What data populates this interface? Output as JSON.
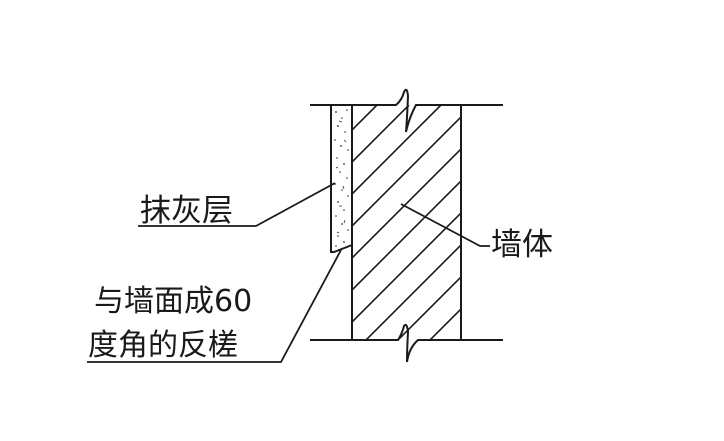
{
  "diagram": {
    "labels": {
      "plaster_layer": "抹灰层",
      "wall": "墙体",
      "reverse_slope_line1": "与墙面成60",
      "reverse_slope_line2": "度角的反槎"
    },
    "colors": {
      "stroke": "#1a1a1a",
      "background": "#ffffff"
    }
  }
}
